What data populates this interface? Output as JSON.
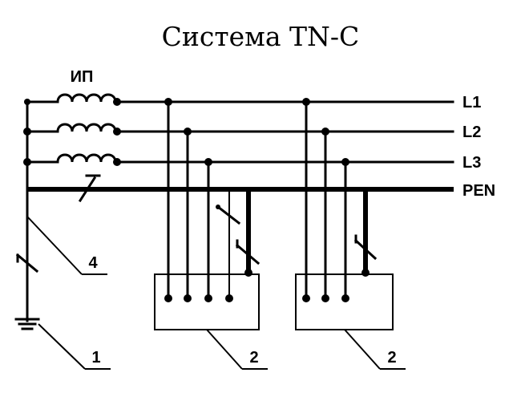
{
  "title": "Система TN-C",
  "source_label": "ИП",
  "lines": {
    "l1": "L1",
    "l2": "L2",
    "l3": "L3",
    "pen": "PEN"
  },
  "callouts": {
    "ground": "1",
    "load_a": "2",
    "load_b": "2",
    "neutral_ground": "4"
  }
}
